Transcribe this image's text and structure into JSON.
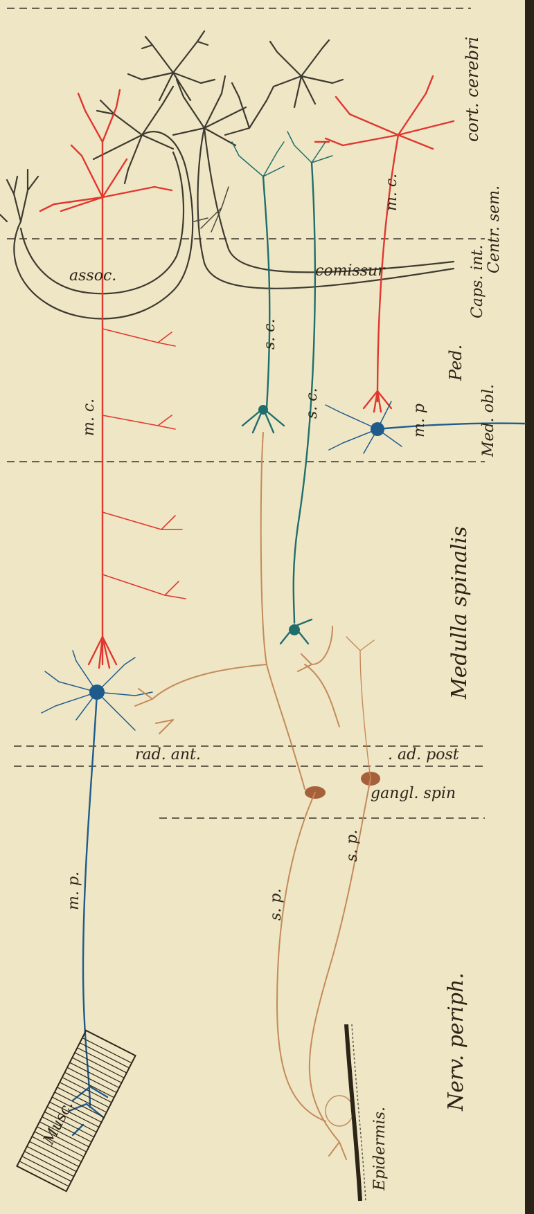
{
  "labels": {
    "cort_cerebri": "cort. cerebri",
    "centr_sem": "Centr. sem.",
    "caps_int": "Caps. int.",
    "ped": "Ped.",
    "med_obl": "Med. obl.",
    "medulla_spinalis": "Medulla spinalis",
    "rad_ant": "rad. ant.",
    "rad_post": ". ad. post",
    "gangl_spin": "gangl. spin",
    "nerv_periph": "Nerv. periph.",
    "assoc": "assoc.",
    "comissur": "comissur",
    "mc_upper": "m. c.",
    "mc_left": "m. c.",
    "sc_upper": "s. c.",
    "sc_lower": "s. c.",
    "mp_right": "m. p",
    "mp_left": "m. p.",
    "sp_left": "s. p.",
    "sp_right": "s. p.",
    "musc": "Musc.",
    "epidermis": "Epidermis."
  },
  "colors": {
    "paper": "#efe6c5",
    "ink": "#2c2417",
    "cortical_neurons": "#3d3a30",
    "motor_cortical": "#e0372f",
    "sensory_central": "#1f6e6c",
    "motor_peripheral": "#1e5b8c",
    "sensory_peripheral": "#c48a5a"
  }
}
